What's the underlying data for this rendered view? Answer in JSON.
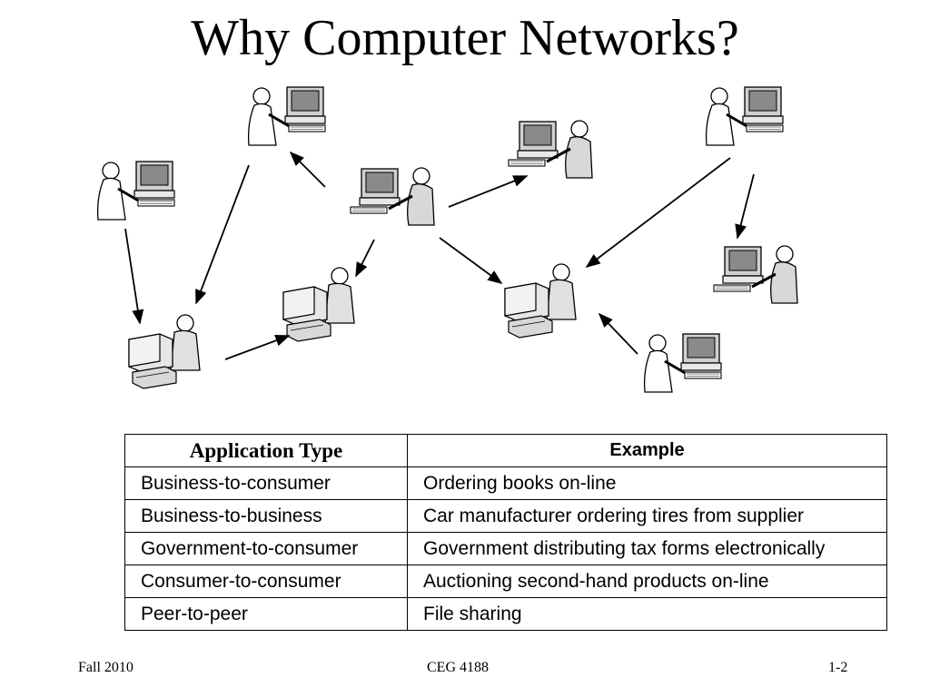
{
  "slide": {
    "title": "Why Computer Networks?"
  },
  "table": {
    "headers": [
      "Application Type",
      "Example"
    ],
    "rows": [
      [
        "Business-to-consumer",
        "Ordering books on-line"
      ],
      [
        "Business-to-business",
        "Car manufacturer ordering tires from supplier"
      ],
      [
        "Government-to-consumer",
        "Government distributing tax forms electronically"
      ],
      [
        "Consumer-to-consumer",
        "Auctioning second-hand products on-line"
      ],
      [
        "Peer-to-peer",
        "File sharing"
      ]
    ]
  },
  "footer": {
    "left": "Fall 2010",
    "center": "CEG 4188",
    "right": "1-2"
  }
}
